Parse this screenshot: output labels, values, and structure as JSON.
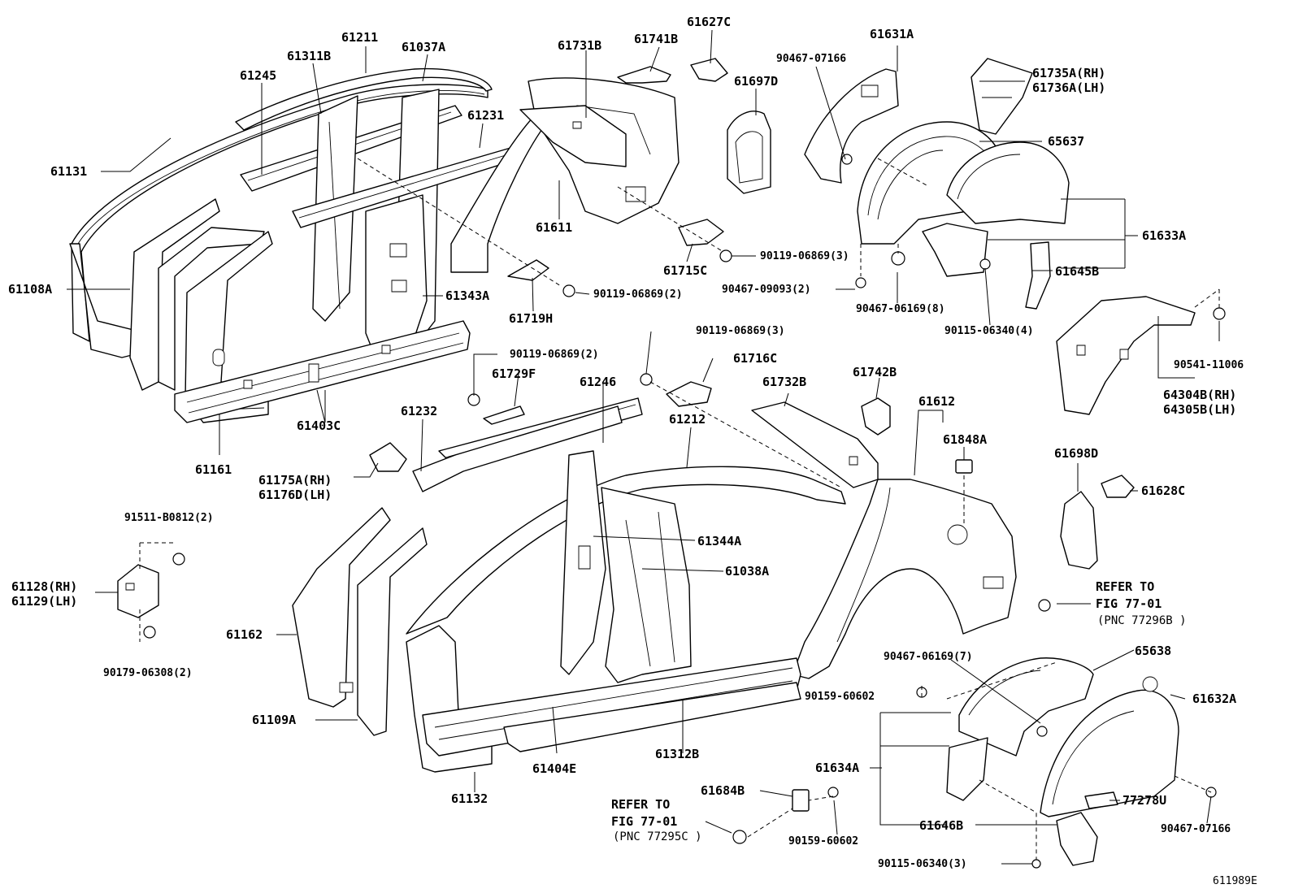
{
  "labels": {
    "p61211": "61211",
    "p61037A": "61037A",
    "p61311B": "61311B",
    "p61245": "61245",
    "p61731B": "61731B",
    "p61741B": "61741B",
    "p61627C": "61627C",
    "p61631A": "61631A",
    "p90467_07166_top": "90467-07166",
    "p61735A": "61735A(RH)",
    "p61736A": "61736A(LH)",
    "p61697D": "61697D",
    "p61231": "61231",
    "p65637": "65637",
    "p61131": "61131",
    "p61611": "61611",
    "p61633A": "61633A",
    "p61715C": "61715C",
    "p90119_06869_3a": "90119-06869(3)",
    "p61645B": "61645B",
    "p61108A": "61108A",
    "p61343A": "61343A",
    "p90119_06869_2a": "90119-06869(2)",
    "p90467_09093": "90467-09093(2)",
    "p90467_06169_8": "90467-06169(8)",
    "p61719H": "61719H",
    "p90115_06340_4": "90115-06340(4)",
    "p90119_06869_3b": "90119-06869(3)",
    "p90119_06869_2b": "90119-06869(2)",
    "p61716C": "61716C",
    "p90541_11006": "90541-11006",
    "p61729F": "61729F",
    "p61246": "61246",
    "p61732B": "61732B",
    "p61742B": "61742B",
    "p64304B": "64304B(RH)",
    "p64305B": "64305B(LH)",
    "p61403C": "61403C",
    "p61232": "61232",
    "p61212": "61212",
    "p61612": "61612",
    "p61848A": "61848A",
    "p61161": "61161",
    "p61175A": "61175A(RH)",
    "p61176D": "61176D(LH)",
    "p61698D": "61698D",
    "p61628C": "61628C",
    "p91511_B0812": "91511-B0812(2)",
    "p61344A": "61344A",
    "p61128": "61128(RH)",
    "p61129": "61129(LH)",
    "p61038A": "61038A",
    "refer_to_1": "REFER TO",
    "fig_77_01_1": "FIG 77-01",
    "pnc_77296B": "(PNC 77296B )",
    "p61162": "61162",
    "p90179_06308": "90179-06308(2)",
    "p90467_06169_7": "90467-06169(7)",
    "p65638": "65638",
    "p90159_60602_a": "90159-60602",
    "p61632A": "61632A",
    "p61109A": "61109A",
    "p61404E": "61404E",
    "p61312B": "61312B",
    "p61634A": "61634A",
    "p61132": "61132",
    "p61684B": "61684B",
    "p77278U": "77278U",
    "refer_to_2": "REFER TO",
    "fig_77_01_2": "FIG 77-01",
    "pnc_77295C": "(PNC 77295C )",
    "p61646B": "61646B",
    "p90467_07166_bot": "90467-07166",
    "p90159_60602_b": "90159-60602",
    "p90115_06340_3": "90115-06340(3)",
    "illustration_id": "611989E"
  }
}
